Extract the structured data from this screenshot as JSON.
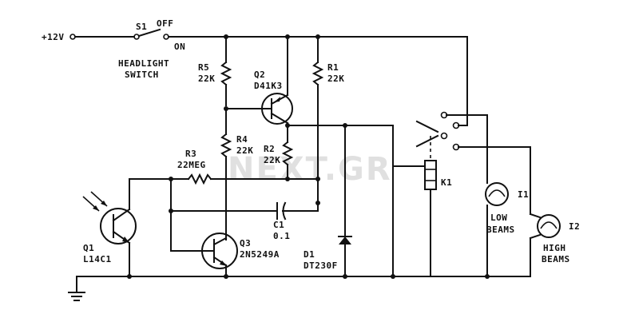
{
  "supply": {
    "label": "+12V"
  },
  "switch": {
    "ref": "S1",
    "off": "OFF",
    "on": "ON",
    "desc_line1": "HEADLIGHT",
    "desc_line2": "SWITCH"
  },
  "resistors": {
    "r5": {
      "ref": "R5",
      "value": "22K"
    },
    "r1": {
      "ref": "R1",
      "value": "22K"
    },
    "r4": {
      "ref": "R4",
      "value": "22K"
    },
    "r2": {
      "ref": "R2",
      "value": "22K"
    },
    "r3": {
      "ref": "R3",
      "value": "22MEG"
    }
  },
  "transistors": {
    "q1": {
      "ref": "Q1",
      "part": "L14C1"
    },
    "q2": {
      "ref": "Q2",
      "part": "D41K3"
    },
    "q3": {
      "ref": "Q3",
      "part": "2N5249A"
    }
  },
  "capacitor": {
    "ref": "C1",
    "value": "0.1"
  },
  "diode": {
    "ref": "D1",
    "part": "DT230F"
  },
  "relay": {
    "ref": "K1"
  },
  "lamps": {
    "i1": {
      "ref": "I1",
      "line1": "LOW",
      "line2": "BEAMS"
    },
    "i2": {
      "ref": "I2",
      "line1": "HIGH",
      "line2": "BEAMS"
    }
  },
  "watermark": "NEXT.GR"
}
